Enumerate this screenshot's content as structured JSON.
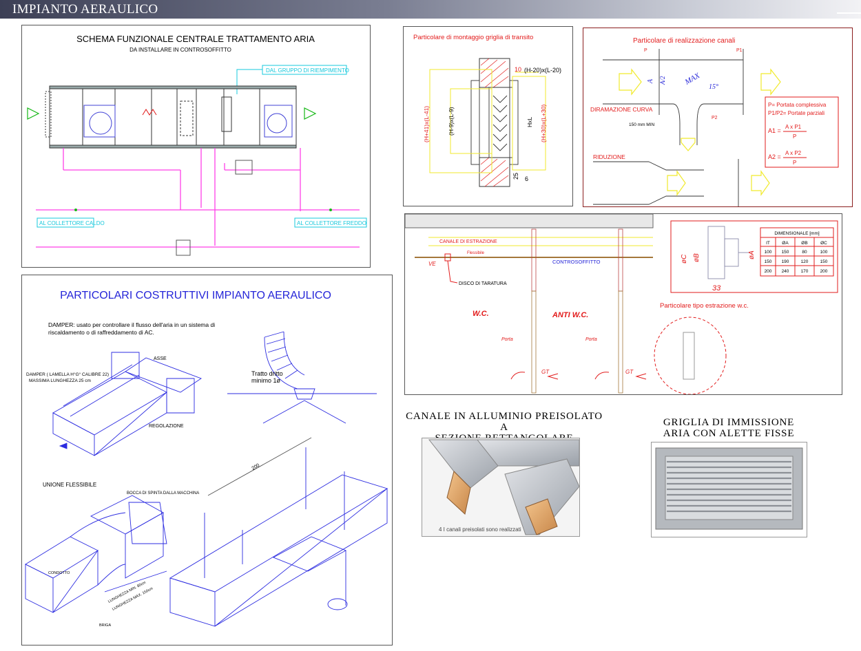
{
  "header": {
    "title": "IMPIANTO AERAULICO"
  },
  "schema": {
    "title": "SCHEMA FUNZIONALE CENTRALE TRATTAMENTO ARIA",
    "subtitle": "DA INSTALLARE IN CONTROSOFFITTO",
    "label_fill": "DAL GRUPPO DI RIEMPIMENTO",
    "label_hot": "AL COLLETTORE CALDO",
    "label_cold": "AL COLLETTORE FREDDO"
  },
  "constr": {
    "title": "PARTICOLARI COSTRUTTIVI IMPIANTO AERAULICO",
    "damper_line1": "DAMPER: usato per controllare il flusso dell'aria in un sistema di",
    "damper_line2": "riscaldamento o di raffreddamento di AC.",
    "asse": "ASSE",
    "lamella_1": "DAMPER ( LAMELLA H°G° CALIBRE 22)",
    "lamella_2": "MASSIMA LUNGHEZZA 25 cm",
    "regolazione": "REGOLAZIONE",
    "tratto_1": "Tratto  dritto",
    "tratto_2": "minimo  1ø",
    "unione": "UNIONE FLESSIBILE",
    "bocca": "BOCCA DI SPINTA DALLA MACCHINA",
    "condotto": "CONDOTTO",
    "lung_min": "LUNGHEZZA MIN. 80cm",
    "lung_max": "LUNGHEZZA MAX. 150cm",
    "briga": "BRIGA",
    "dim_200": "200"
  },
  "griglia_transito": {
    "title": "Particolare di montaggio griglia di transito",
    "d10": "10",
    "d_h20": "(H-20)x(L-20)",
    "d_h41": "(H+41)x(L-41)",
    "d_h9": "(H-9)x(L-9)",
    "d_hxl": "HxL",
    "d_h30": "(H+30)x(L+30)",
    "d25": "25",
    "d6": "6"
  },
  "canali": {
    "title": "Particolare di realizzazione canali",
    "p": "P",
    "p1": "P1",
    "p2": "P2",
    "a": "A",
    "a2": "A/2",
    "max": "MAX",
    "ang": "15°",
    "dir_curva": "DIRAMAZIONE CURVA",
    "min150": "150 mm MIN",
    "riduzione": "RIDUZIONE",
    "leg1": "P= Portata complessiva",
    "leg2": "P1/P2= Portate parziali",
    "a1_lbl": "A1 =",
    "a1_num": "A x P1",
    "a1_den": "P",
    "a2_lbl": "A2 =",
    "a2_num": "A x P2",
    "a2_den": "P"
  },
  "estrazione": {
    "canale": "CANALE DI ESTRAZIONE",
    "flessibile": "Flessibile",
    "ve": "VE",
    "controsoffitto": "CONTROSOFFITTO",
    "disco": "DISCO DI TARATURA",
    "wc": "W.C.",
    "antiwc": "ANTI W.C.",
    "porta1": "Porta",
    "porta2": "Porta",
    "gt1": "GT",
    "gt2": "GT",
    "part_title": "Particolare tipo estrazione w.c.",
    "oc": "øC",
    "ob": "øB",
    "oa": "øA",
    "d33": "33",
    "table_title": "DIMENSIONALE [mm]",
    "table_headers": [
      "IT",
      "ØA",
      "ØB",
      "ØC"
    ],
    "table_rows": [
      [
        "100",
        "150",
        "80",
        "100"
      ],
      [
        "150",
        "190",
        "120",
        "150"
      ],
      [
        "200",
        "240",
        "170",
        "200"
      ]
    ]
  },
  "photo1": {
    "caption_1": "CANALE IN ALLUMINIO PREISOLATO A",
    "caption_2": "SEZIONE RETTANGOLARE",
    "inner": "4 I canali preisolati sono realizzati"
  },
  "photo2": {
    "caption_1": "GRIGLIA DI IMMISSIONE",
    "caption_2": "ARIA CON ALETTE FISSE"
  },
  "colors": {
    "red": "#e21b1b",
    "blue": "#2424d8",
    "magenta": "#ff3ee8",
    "cyan": "#15c8dc",
    "yellow": "#f1ea2b",
    "header_dark": "#3c3f55"
  }
}
